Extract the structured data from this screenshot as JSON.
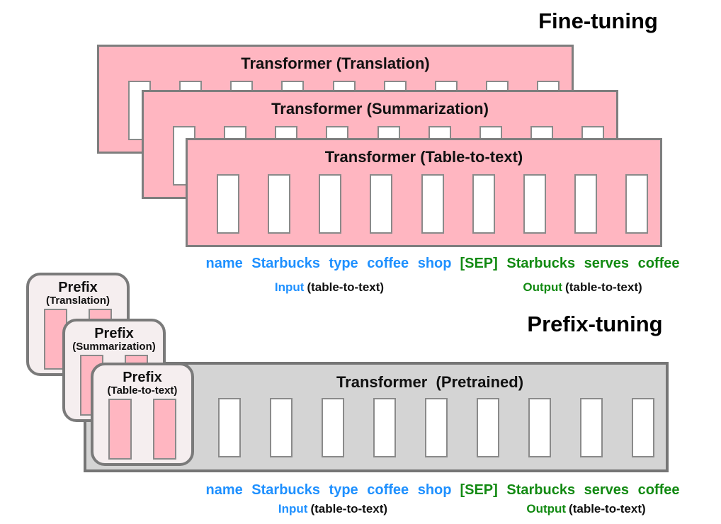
{
  "colors": {
    "pink_fill": "#FFB6C1",
    "prefix_fill": "#F5EEEF",
    "gray_fill": "#D4D4D4",
    "border_gray": "#7e7e7e",
    "input_blue": "#1E90FF",
    "output_green": "#128A12",
    "text_black": "#111111"
  },
  "fine_tuning": {
    "title": "Fine-tuning",
    "transformers": [
      {
        "label": "Transformer (Translation)"
      },
      {
        "label": "Transformer (Summarization)"
      },
      {
        "label": "Transformer (Table-to-text)"
      }
    ],
    "token_count": 9
  },
  "sequence": {
    "input_tokens": "name Starbucks type coffee shop",
    "output_tokens": "[SEP] Starbucks serves coffee",
    "input_label": "Input",
    "input_context": "(table-to-text)",
    "output_label": "Output",
    "output_context": "(table-to-text)"
  },
  "prefix_tuning": {
    "title": "Prefix-tuning",
    "prefixes": [
      {
        "title": "Prefix",
        "subtitle": "(Translation)"
      },
      {
        "title": "Prefix",
        "subtitle": "(Summarization)"
      },
      {
        "title": "Prefix",
        "subtitle": "(Table-to-text)"
      }
    ],
    "bar_count": 2,
    "transformer_label": "Transformer  (Pretrained)",
    "token_count": 9
  }
}
